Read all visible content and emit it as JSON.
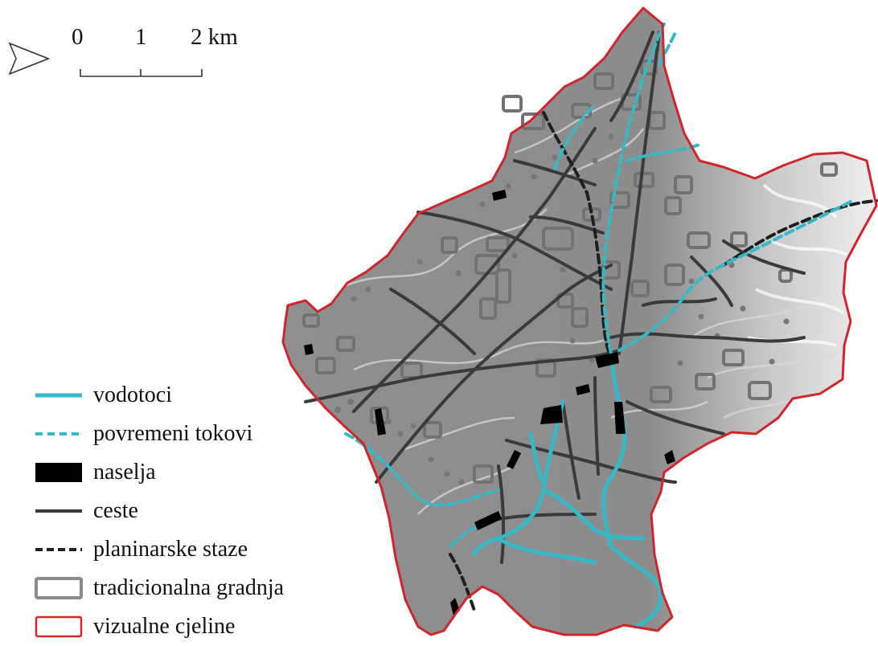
{
  "map": {
    "colors": {
      "terrain": "#8f8f8f",
      "boundary": "#d0262b",
      "water": "#35b9c7",
      "roads": "#3a3a3a",
      "settlement": "#000000",
      "traditional": "#727272"
    }
  },
  "scale_bar": {
    "labels": [
      "0",
      "1",
      "2 km"
    ]
  },
  "north_arrow": {
    "icon": "north-arrow-icon"
  },
  "legend": {
    "items": [
      {
        "label": "vodotoci",
        "symbol": "solid-cyan-line"
      },
      {
        "label": "povremeni tokovi",
        "symbol": "dashed-cyan-line"
      },
      {
        "label": "naselja",
        "symbol": "black-fill"
      },
      {
        "label": "ceste",
        "symbol": "solid-dark-line"
      },
      {
        "label": "planinarske staze",
        "symbol": "dashed-dark-line"
      },
      {
        "label": "tradicionalna gradnja",
        "symbol": "gray-outline"
      },
      {
        "label": "vizualne cjeline",
        "symbol": "red-outline"
      }
    ]
  }
}
